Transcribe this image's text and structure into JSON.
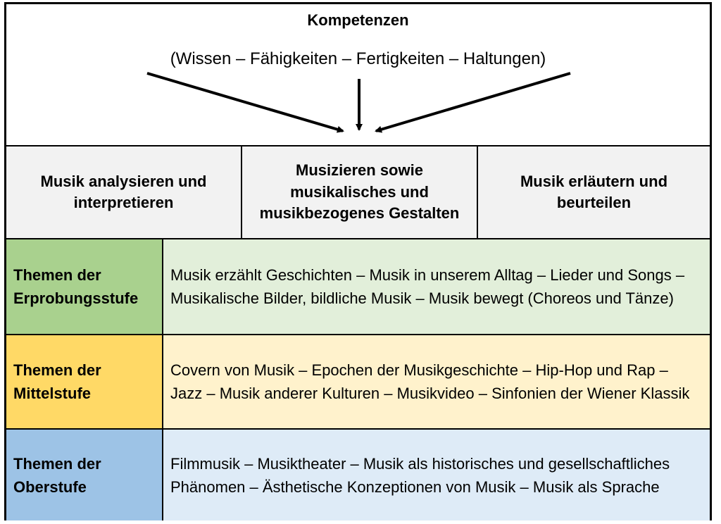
{
  "header": {
    "title": "Kompetenzen",
    "subtitle": "(Wissen – Fähigkeiten – Fertigkeiten – Haltungen)"
  },
  "competences": [
    "Musik analysieren und interpretieren",
    "Musizieren sowie musikalisches und musikbezogenes Gestalten",
    "Musik erläutern und beurteilen"
  ],
  "themes": [
    {
      "stage": "Themen der Erprobungsstufe",
      "topics": "Musik erzählt Geschichten – Musik in unserem Alltag – Lieder und Songs – Musikalische Bilder, bildliche Musik – Musik bewegt (Choreos und Tänze)",
      "stage_color": "#a9d18e",
      "topics_color": "#e2efda"
    },
    {
      "stage": "Themen der Mittelstufe",
      "topics": "Covern von Musik – Epochen der Musikgeschichte – Hip-Hop und Rap – Jazz – Musik anderer Kulturen – Musikvideo – Sinfonien der Wiener Klassik",
      "stage_color": "#ffd966",
      "topics_color": "#fff2cc"
    },
    {
      "stage": "Themen der Oberstufe",
      "topics": "Filmmusik – Musiktheater – Musik als historisches und gesellschaftliches Phänomen – Ästhetische Konzeptionen von Musik – Musik als Sprache",
      "stage_color": "#9dc3e6",
      "topics_color": "#deebf7"
    }
  ]
}
